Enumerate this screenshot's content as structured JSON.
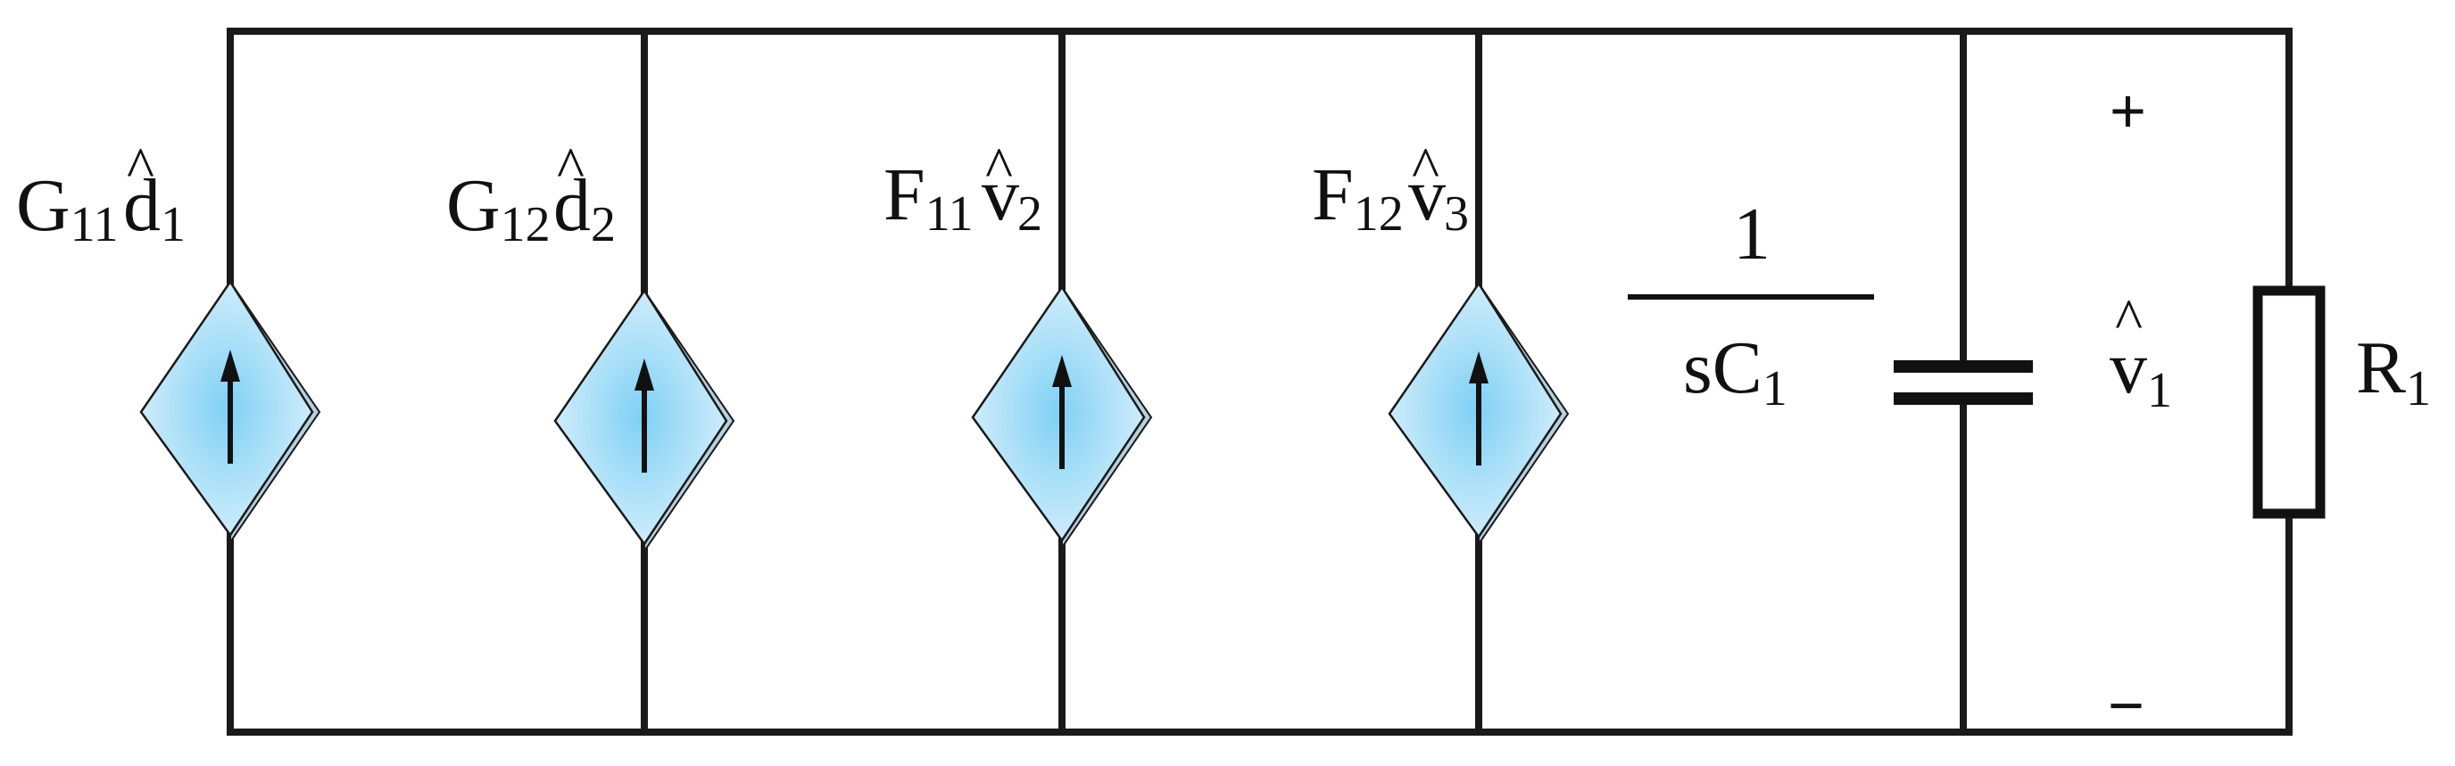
{
  "sources": [
    {
      "main": "G",
      "sub": "11",
      "var": "d",
      "var_sub": "1",
      "arrow": "up"
    },
    {
      "main": "G",
      "sub": "12",
      "var": "d",
      "var_sub": "2",
      "arrow": "up"
    },
    {
      "main": "F",
      "sub": "11",
      "var": "v",
      "var_sub": "2",
      "arrow": "up"
    },
    {
      "main": "F",
      "sub": "12",
      "var": "v",
      "var_sub": "3",
      "arrow": "up"
    }
  ],
  "hat_symbol": "^",
  "capacitor": {
    "numerator": "1",
    "denominator_main": "sC",
    "denominator_sub": "1"
  },
  "voltage": {
    "var": "v",
    "var_sub": "1",
    "plus": "+",
    "minus": "−"
  },
  "resistor": {
    "main": "R",
    "sub": "1"
  },
  "colors": {
    "wire": "#1a1a1a",
    "source_fill_center": "#7fd0f5",
    "source_fill_edge": "#d6effb",
    "source_side": "#b7d0df"
  }
}
